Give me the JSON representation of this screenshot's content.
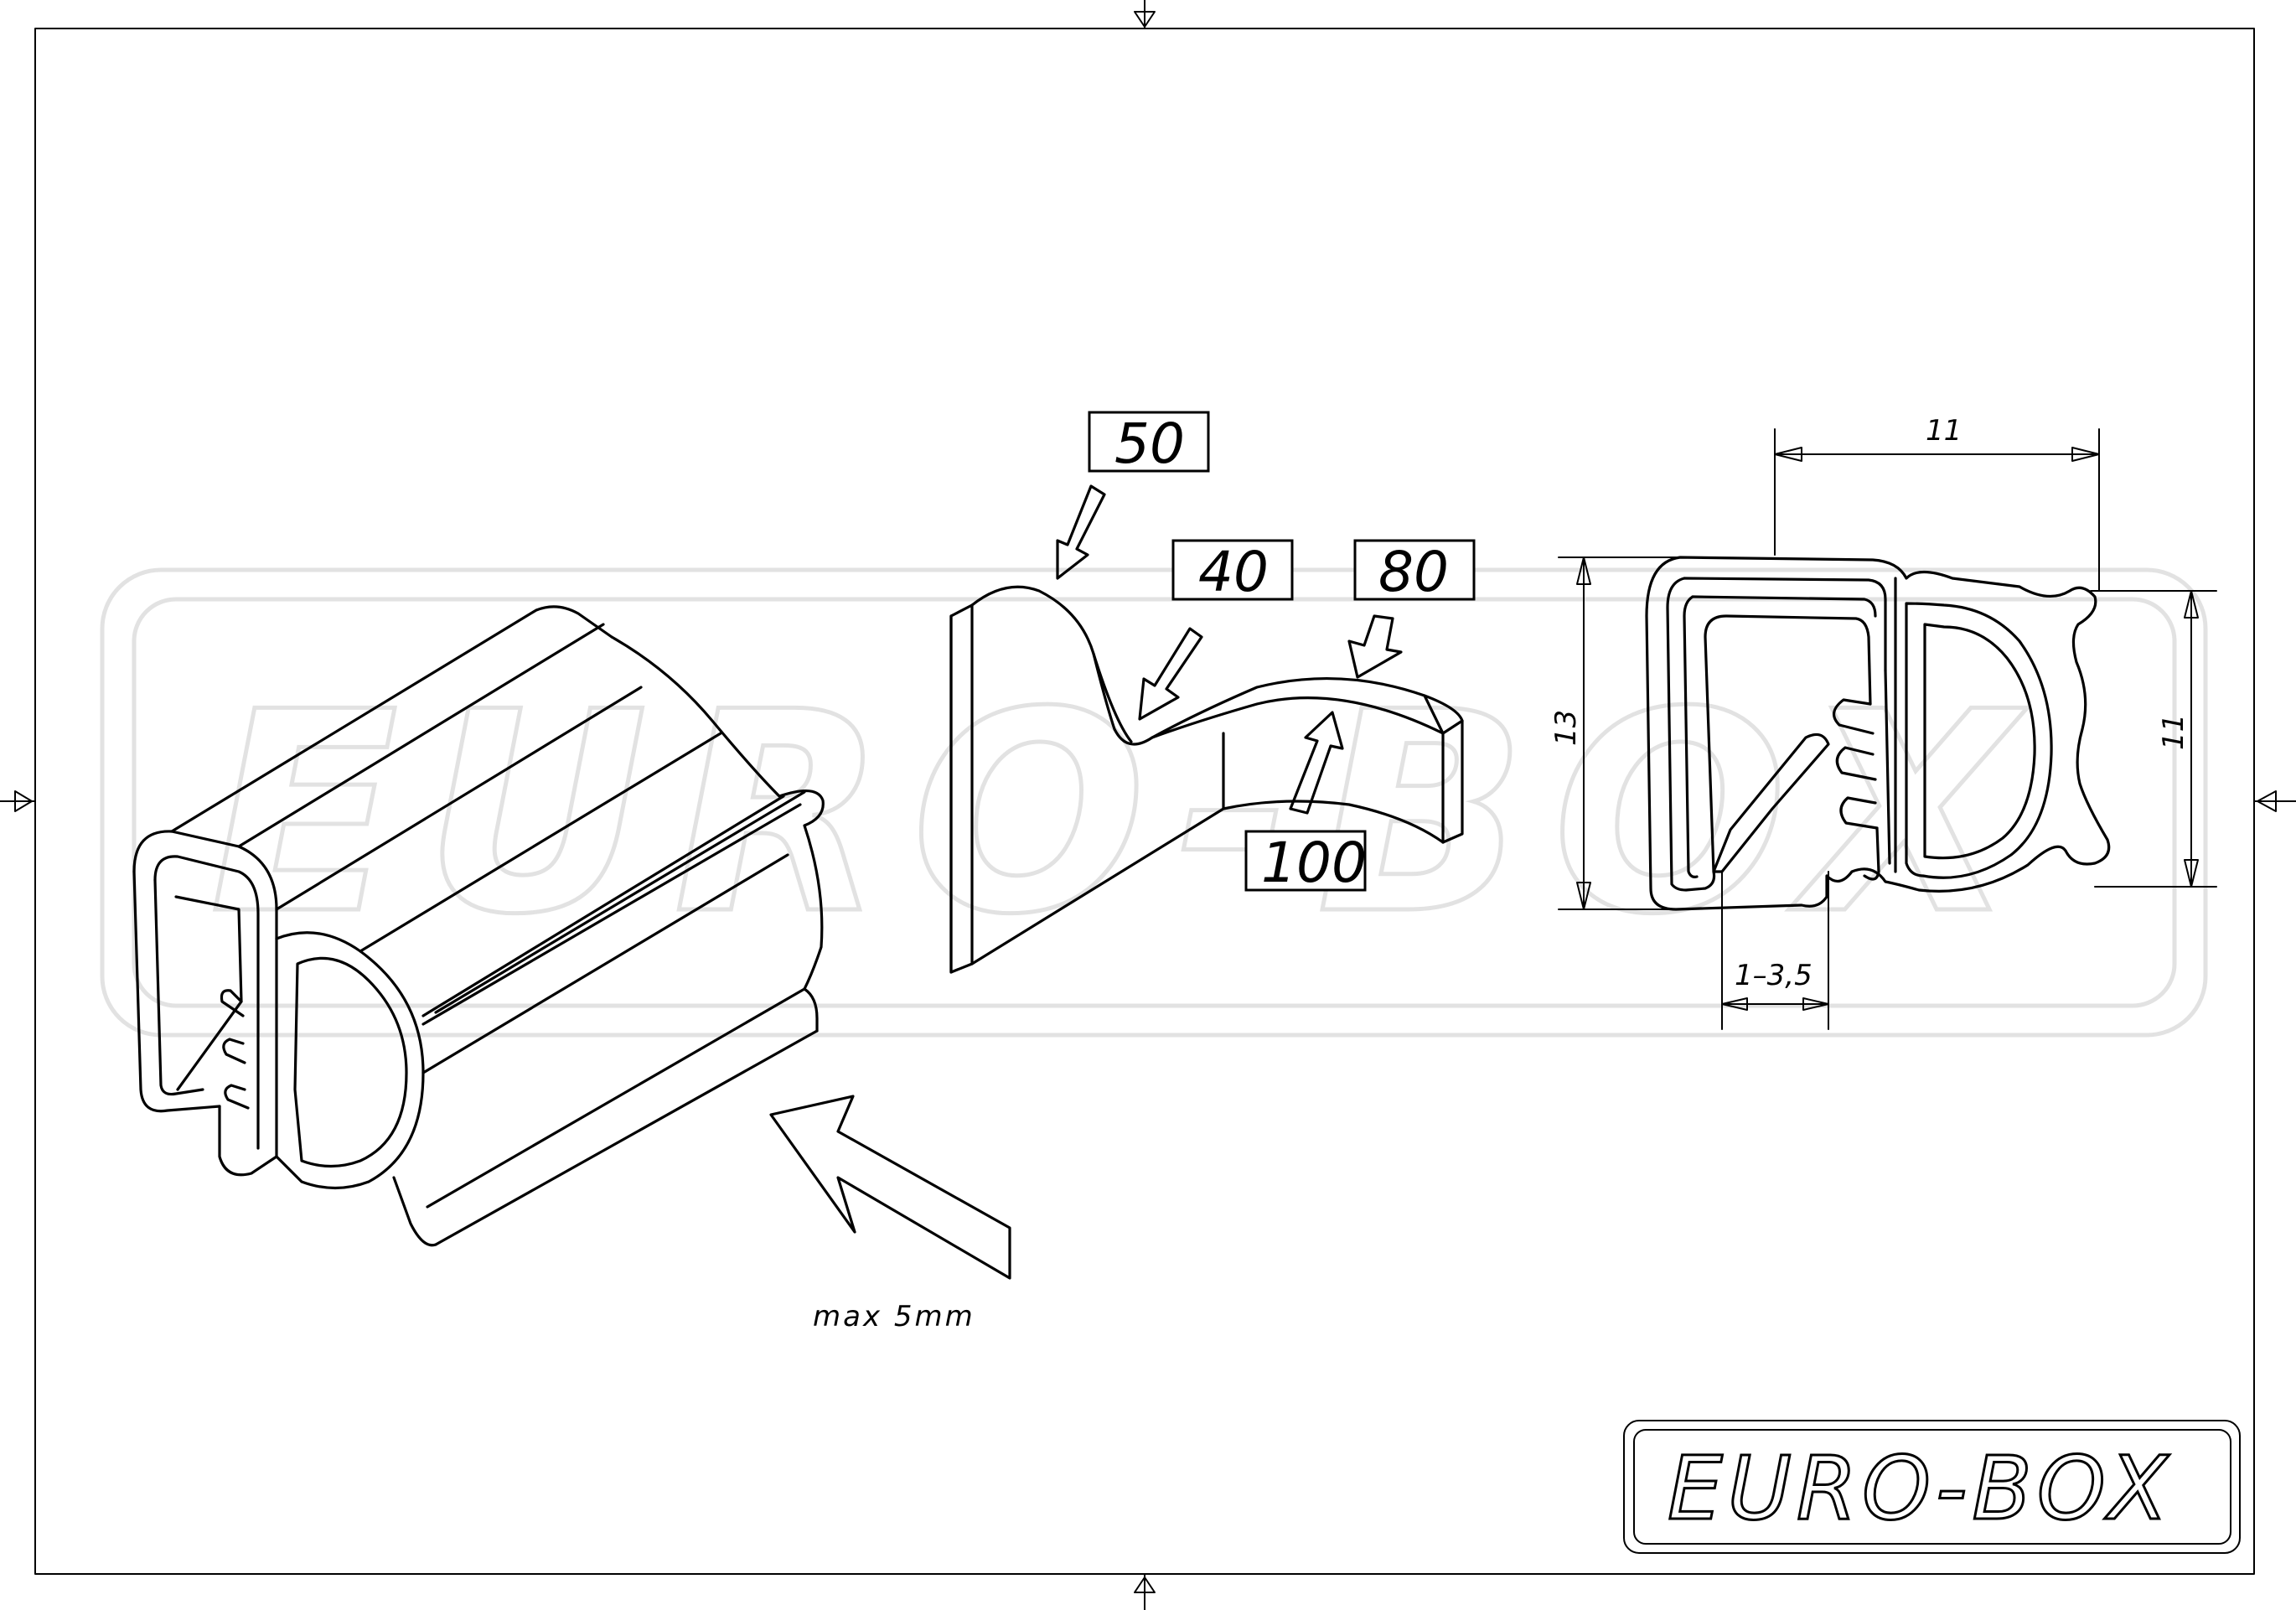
{
  "watermark": {
    "text": "EURO-BOX"
  },
  "logo": {
    "text": "EURO-BOX"
  },
  "iso_view": {
    "note": "max 5mm"
  },
  "force_diagram": {
    "label_a": "50",
    "label_b": "40",
    "label_c": "80",
    "label_d": "100"
  },
  "section_view": {
    "dim_width_top": "11",
    "dim_height_left": "13",
    "dim_height_right": "11",
    "dim_grip_range": "1–3,5"
  }
}
